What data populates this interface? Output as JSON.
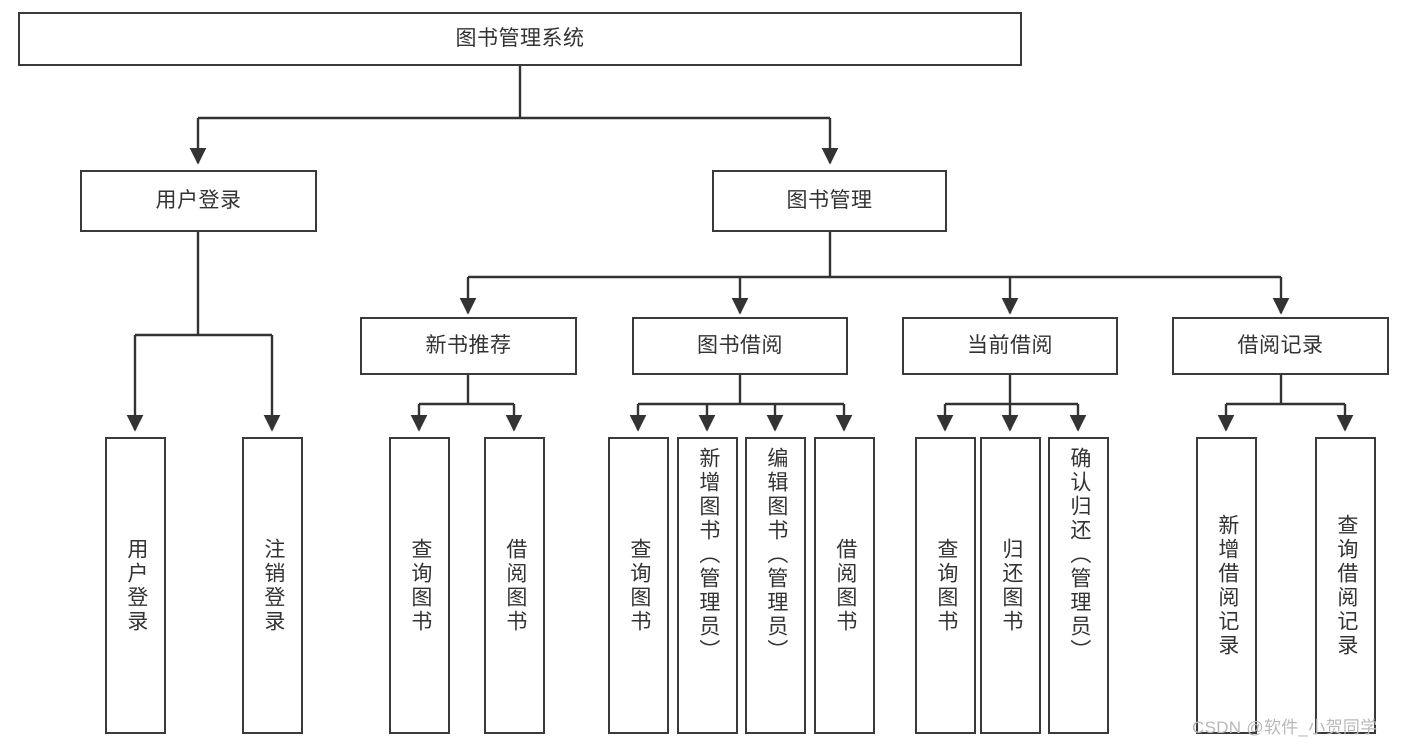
{
  "diagram": {
    "type": "hierarchy-tree",
    "title": "图书管理系统",
    "watermark": "CSDN @软件_小贺同学",
    "colors": {
      "background": "#ffffff",
      "box_border": "#3a3a3a",
      "connector": "#333333",
      "text": "#333333",
      "watermark": "#b9b9b9"
    },
    "root": {
      "label": "图书管理系统"
    },
    "level1": [
      {
        "label": "用户登录"
      },
      {
        "label": "图书管理"
      }
    ],
    "level2": [
      {
        "label": "新书推荐"
      },
      {
        "label": "图书借阅"
      },
      {
        "label": "当前借阅"
      },
      {
        "label": "借阅记录"
      }
    ],
    "leaves": {
      "user_login": [
        {
          "label": "用户登录"
        },
        {
          "label": "注销登录"
        }
      ],
      "new_book_recommend": [
        {
          "label": "查询图书"
        },
        {
          "label": "借阅图书"
        }
      ],
      "book_borrow": [
        {
          "label": "查询图书"
        },
        {
          "label": "新增图书（管理员）"
        },
        {
          "label": "编辑图书（管理员）"
        },
        {
          "label": "借阅图书"
        }
      ],
      "current_borrow": [
        {
          "label": "查询图书"
        },
        {
          "label": "归还图书"
        },
        {
          "label": "确认归还（管理员）"
        }
      ],
      "borrow_record": [
        {
          "label": "新增借阅记录"
        },
        {
          "label": "查询借阅记录"
        }
      ]
    }
  }
}
